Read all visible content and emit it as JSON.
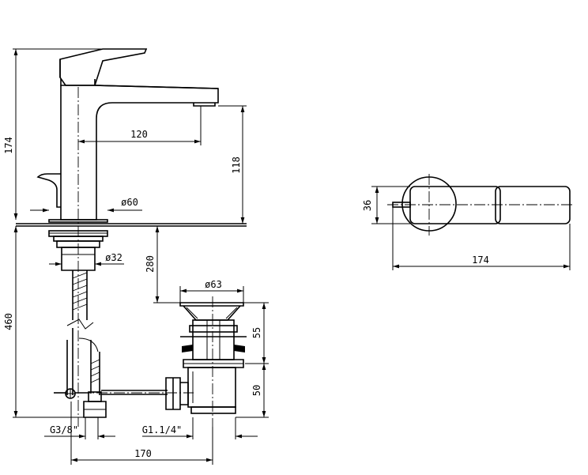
{
  "dimensions": {
    "total_height": "174",
    "spout_reach": "120",
    "spout_height": "118",
    "base_diameter": "ø60",
    "shank_diameter": "ø32",
    "below_deck": "280",
    "waste_diameter": "ø63",
    "waste_upper": "55",
    "waste_lower": "50",
    "tail_length": "460",
    "inlet_thread": "G3/8\"",
    "waste_thread": "G1.1/4\"",
    "pipe_spacing": "170",
    "top_width": "36",
    "top_length": "174"
  }
}
